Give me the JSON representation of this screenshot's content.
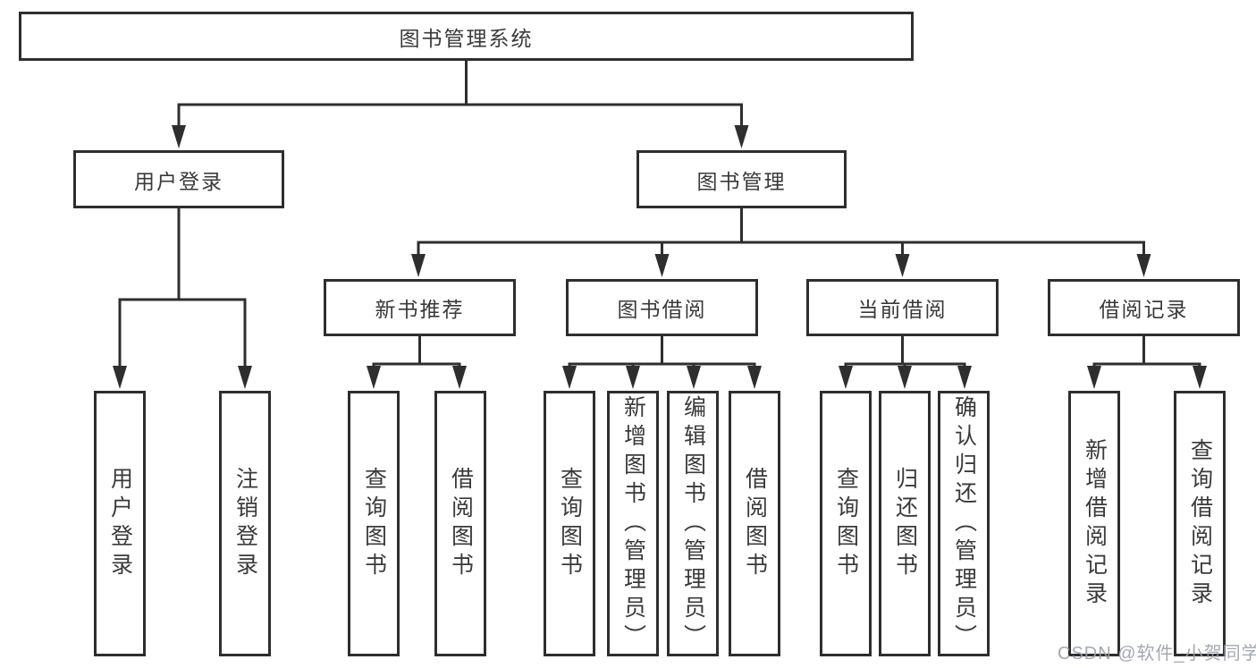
{
  "diagram": {
    "root": {
      "label": "图书管理系统"
    },
    "level1": [
      {
        "label": "用户登录"
      },
      {
        "label": "图书管理"
      }
    ],
    "level2": [
      {
        "label": "新书推荐"
      },
      {
        "label": "图书借阅"
      },
      {
        "label": "当前借阅"
      },
      {
        "label": "借阅记录"
      }
    ],
    "leaves": [
      {
        "label": "用户登录"
      },
      {
        "label": "注销登录"
      },
      {
        "label": "查询图书"
      },
      {
        "label": "借阅图书"
      },
      {
        "label": "查询图书"
      },
      {
        "label": "新增图书（管理员）"
      },
      {
        "label": "编辑图书（管理员）"
      },
      {
        "label": "借阅图书"
      },
      {
        "label": "查询图书"
      },
      {
        "label": "归还图书"
      },
      {
        "label": "确认归还（管理员）"
      },
      {
        "label": "新增借阅记录"
      },
      {
        "label": "查询借阅记录"
      }
    ],
    "colors": {
      "line": "#2e2e2e",
      "box_border": "#2e2e2e",
      "text": "#3a3a3a",
      "watermark_text": "#9ba0a8",
      "background": "#ffffff"
    }
  },
  "watermark": {
    "text": "CSDN @软件_小贺同学"
  }
}
